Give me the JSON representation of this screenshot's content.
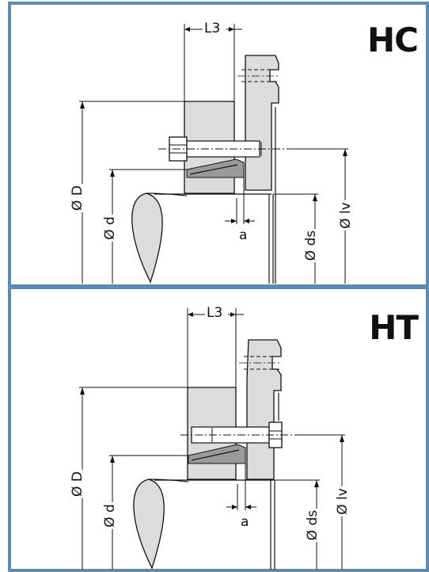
{
  "colors": {
    "border": "#5f8bb1",
    "part_fill": "#dcdcdc",
    "line": "#111111"
  },
  "panels": [
    {
      "title": "HC",
      "labels": {
        "l3": "L3",
        "D": "Ø D",
        "d": "Ø d",
        "a": "a",
        "ds": "Ø ds",
        "lv": "Ø lv"
      }
    },
    {
      "title": "HT",
      "labels": {
        "l3": "L3",
        "D": "Ø D",
        "d": "Ø d",
        "a": "a",
        "ds": "Ø ds",
        "lv": "Ø lv"
      }
    }
  ]
}
